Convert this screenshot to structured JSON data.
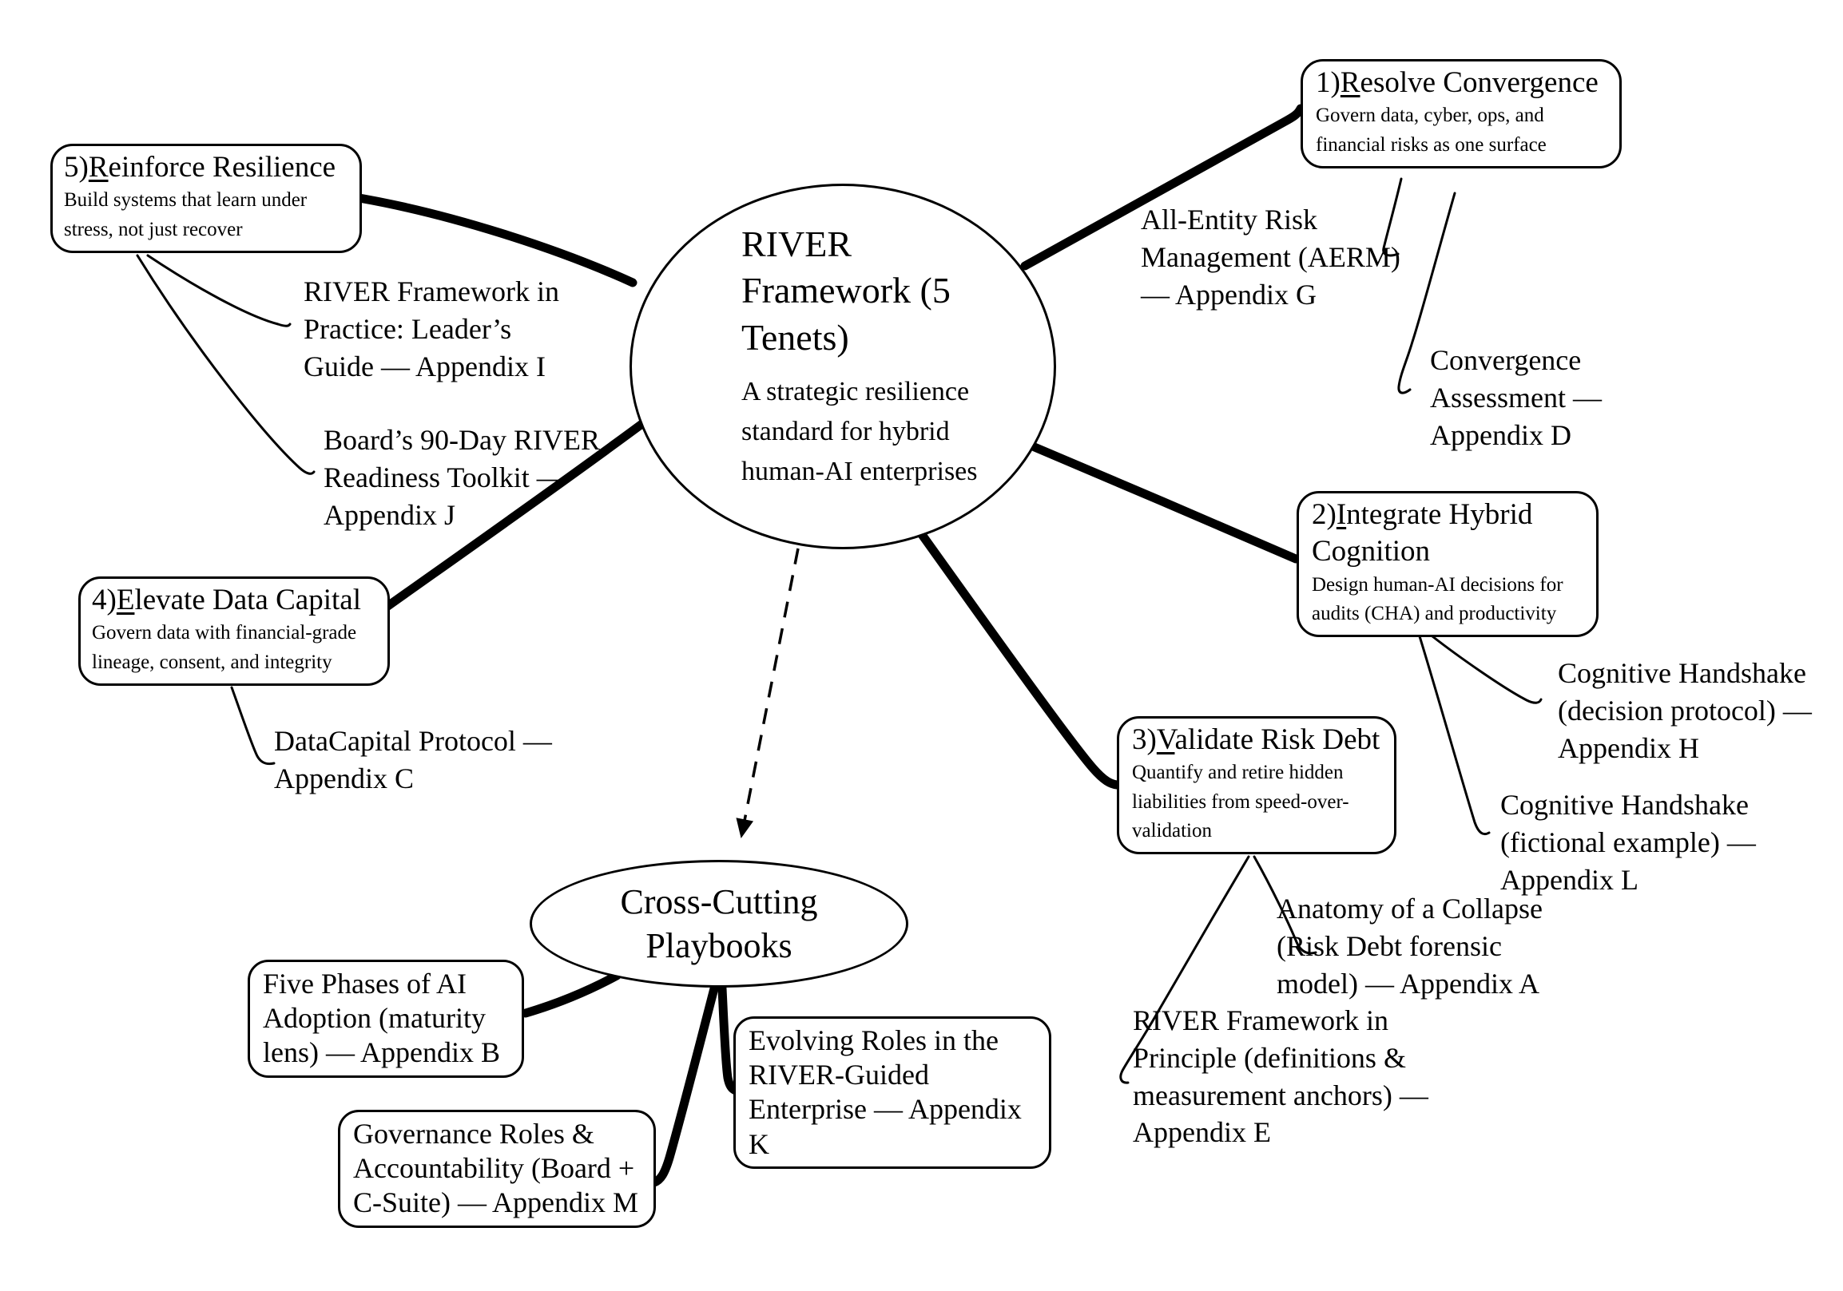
{
  "palette": {
    "ink": "#000000",
    "background": "#ffffff"
  },
  "center_node": {
    "title": "RIVER Framework (5 Tenets)",
    "subtitle": "A strategic resilience standard for hybrid human-AI enterprises"
  },
  "cross_cutting_node": {
    "label": "Cross-Cutting Playbooks"
  },
  "tenets": [
    {
      "prefix": "1)",
      "initial": "R",
      "title_rest": "esolve Convergence",
      "description": "Govern data, cyber, ops, and financial risks as one surface"
    },
    {
      "prefix": "2)",
      "initial": "I",
      "title_rest": "ntegrate Hybrid Cognition",
      "description": "Design human-AI decisions for audits (CHA) and productivity"
    },
    {
      "prefix": "3)",
      "initial": "V",
      "title_rest": "alidate Risk Debt",
      "description": "Quantify and retire hidden liabilities from speed-over-validation"
    },
    {
      "prefix": "4)",
      "initial": "E",
      "title_rest": "levate Data Capital",
      "description": "Govern data with financial-grade lineage, consent, and integrity"
    },
    {
      "prefix": "5)",
      "initial": "R",
      "title_rest": "einforce Resilience",
      "description": "Build systems that learn under stress, not just recover"
    }
  ],
  "appendix_labels": {
    "aerm": "All-Entity Risk Management (AERM) — Appendix G",
    "convergence_assessment": "Convergence Assessment — Appendix D",
    "handshake_protocol": "Cognitive Handshake (decision protocol) — Appendix H",
    "handshake_example": "Cognitive Handshake (fictional example) — Appendix L",
    "anatomy_collapse": "Anatomy of a Collapse (Risk Debt forensic model) — Appendix A",
    "principle": "RIVER Framework in Principle (definitions & measurement anchors) — Appendix E",
    "leaders_guide": "RIVER Framework in Practice: Leader’s Guide — Appendix I",
    "readiness_toolkit": "Board’s 90-Day RIVER Readiness Toolkit — Appendix J",
    "datacapital": "DataCapital Protocol — Appendix C"
  },
  "playbook_boxes": {
    "five_phases": "Five Phases of AI Adoption (maturity lens) — Appendix B",
    "governance_roles": "Governance Roles & Accountability (Board + C-Suite) — Appendix M",
    "evolving_roles": "Evolving Roles in the RIVER-Guided Enterprise — Appendix K"
  }
}
